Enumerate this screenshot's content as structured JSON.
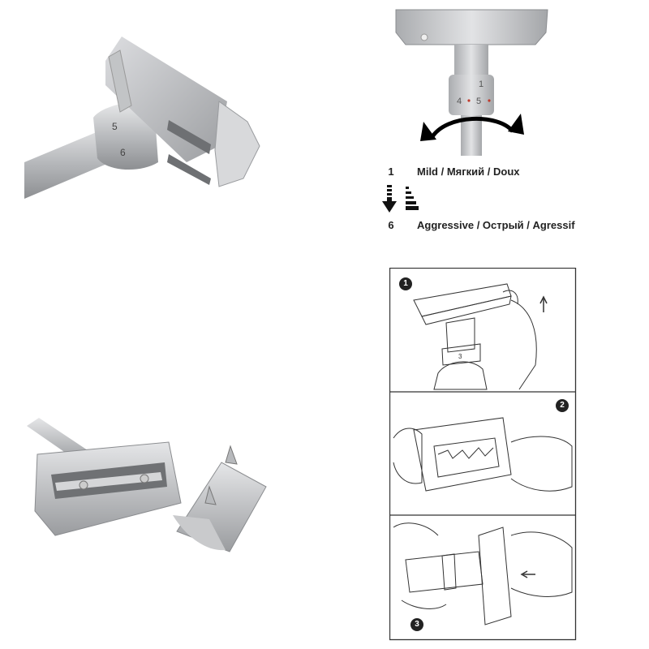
{
  "dial": {
    "numbers": [
      "1",
      "4",
      "5",
      "6"
    ]
  },
  "legend": {
    "mild_num": "1",
    "mild_text": "Mild / Мягкий / Doux",
    "aggressive_num": "6",
    "aggressive_text": "Aggressive / Острый / Agressif"
  },
  "steps": [
    "1",
    "2",
    "3"
  ],
  "step1_dial_text": "3",
  "colors": {
    "metal": "#c9cacc",
    "metal_dark": "#8d8f92",
    "line": "#333333",
    "arrow": "#111111"
  }
}
